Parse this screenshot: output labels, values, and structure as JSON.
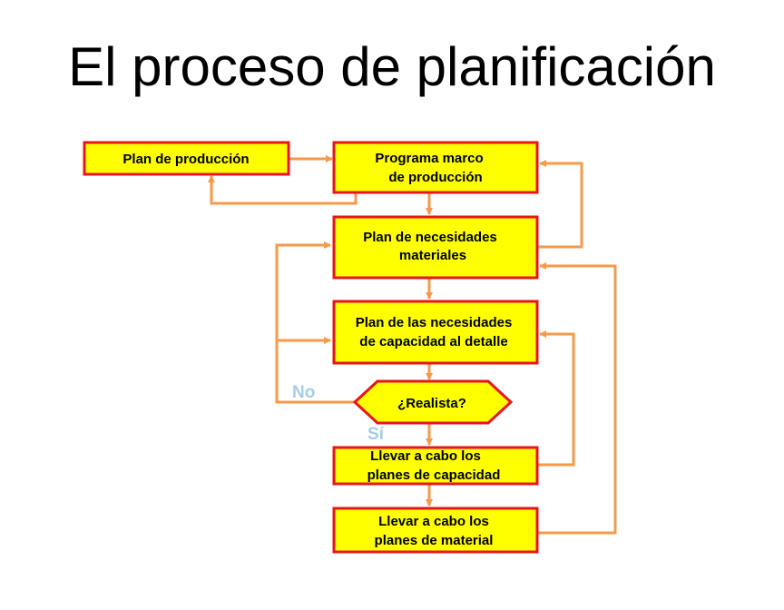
{
  "title": "El proceso de planificación",
  "colors": {
    "box_fill": "#ffff00",
    "box_stroke": "#e8141c",
    "connector": "#f59a4a",
    "decision_label": "#a6cde6"
  },
  "nodes": {
    "plan_produccion": "Plan de producción",
    "programa_marco": [
      "Programa marco",
      "de producción"
    ],
    "plan_necesidades_materiales": [
      "Plan de necesidades",
      "materiales"
    ],
    "plan_necesidades_capacidad": [
      "Plan de las necesidades",
      "de capacidad al detalle"
    ],
    "realista": "¿Realista?",
    "llevar_capacidad": [
      "Llevar a cabo los",
      "planes de capacidad"
    ],
    "llevar_material": [
      "Llevar a cabo los",
      "planes de material"
    ]
  },
  "labels": {
    "no": "No",
    "si": "Sí"
  }
}
